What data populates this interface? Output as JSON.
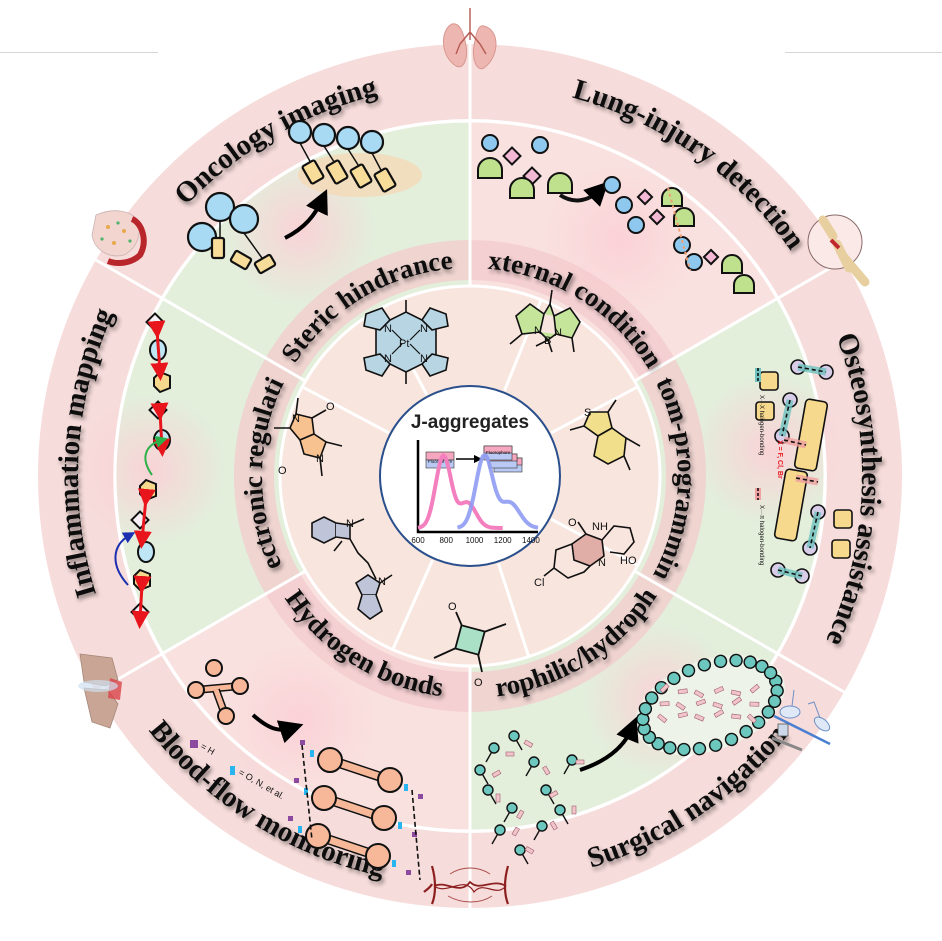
{
  "figure": {
    "center_title": "J-aggregates",
    "center_panel": {
      "monomer_label": "Fluorophore",
      "aggregate_label": "Fluorophore",
      "x_ticks": [
        "600",
        "800",
        "1000",
        "1200",
        "1400"
      ],
      "colors": {
        "monomer_peak": "#f47fbf",
        "aggregate_peak": "#8f9bf2"
      }
    },
    "application_ring": [
      {
        "label": "Oncology imaging",
        "icon": "tumor-tissue-icon"
      },
      {
        "label": "Lung-injury detection",
        "icon": "bone-fracture-icon"
      },
      {
        "label": "Osteosynthesis assistance",
        "icon": "surgical-lamp-icon"
      },
      {
        "label": "Surgical navigation",
        "icon": "blood-vessel-network-icon"
      },
      {
        "label": "Blood-flow monitoring",
        "icon": "knee-joint-icon"
      },
      {
        "label": "Inflammation mapping",
        "icon": "tumor-tissue-icon"
      }
    ],
    "top_icon": "lungs-icon",
    "mechanism_ring": [
      {
        "label": "Steric hindrance"
      },
      {
        "label": "External conditions"
      },
      {
        "label": "Atom-programming",
        "legend": {
          "x_x": "X···X halogen-bonding",
          "x_pi": "X···π halogen-bonding",
          "x_def": "X = F, Cl, Br"
        }
      },
      {
        "label": "Hydrophilic/hydrophobic"
      },
      {
        "label": "Hydrogen bonds",
        "legend": {
          "h": "= H",
          "ono": "= O, N, et al."
        }
      },
      {
        "label": "Electronic regulation"
      }
    ],
    "molecules": [
      {
        "name": "Pt-porphyrin",
        "atoms": [
          "N",
          "N",
          "N",
          "N",
          "Pt"
        ]
      },
      {
        "name": "BODIPY",
        "atoms": [
          "N",
          "B",
          "N"
        ]
      },
      {
        "name": "benzothiophene",
        "atoms": [
          "S"
        ]
      },
      {
        "name": "quinazolinone",
        "atoms": [
          "O",
          "NH",
          "N",
          "HO",
          "Cl"
        ]
      },
      {
        "name": "squaraine",
        "atoms": [
          "O",
          "O"
        ]
      },
      {
        "name": "cyanine",
        "atoms": [
          "N",
          "N"
        ]
      },
      {
        "name": "diketopyrrolopyrrole",
        "atoms": [
          "N",
          "O",
          "N",
          "O"
        ]
      }
    ],
    "colors": {
      "outer_ring": "#f6dcda",
      "ring_green": "#e3eedb",
      "ring_pink": "#f9e1df",
      "inner_ring": "#f8e6de",
      "center_border": "#2a4f8c",
      "arrow_red": "#e8161c"
    }
  }
}
